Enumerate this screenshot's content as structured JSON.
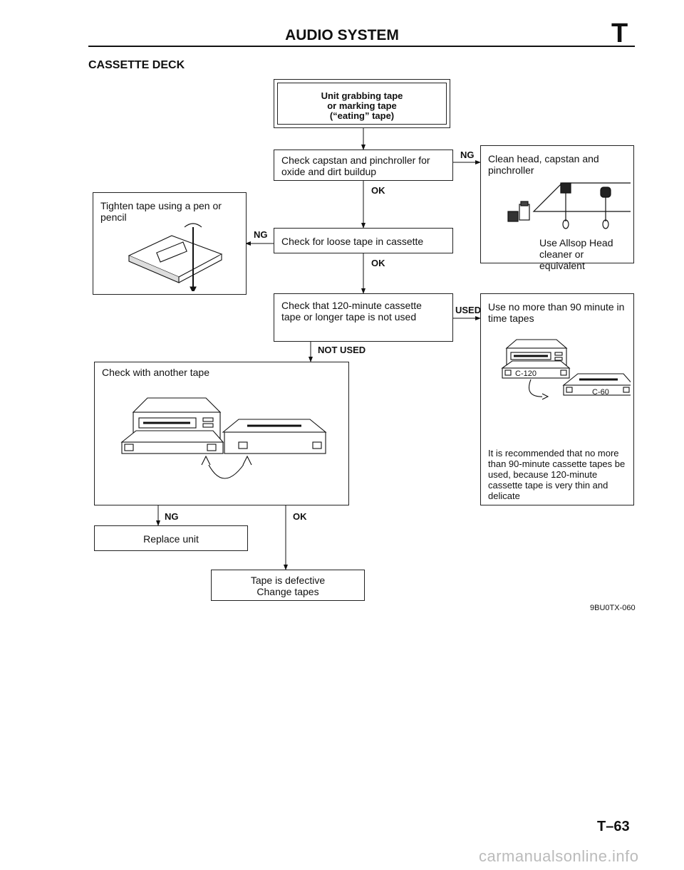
{
  "header": {
    "title": "AUDIO SYSTEM",
    "section_letter": "T",
    "subtitle": "CASSETTE DECK"
  },
  "flow": {
    "start": [
      "Unit grabbing tape",
      "or marking tape",
      "(“eating” tape)"
    ],
    "check_capstan": "Check capstan and pinchroller for oxide and dirt buildup",
    "clean_head": "Clean head, capstan and pinchroller",
    "clean_note": "Use Allsop Head cleaner or equivalent",
    "tighten": "Tighten tape using a pen or pencil",
    "check_loose": "Check for loose tape in cassette",
    "check_120": "Check that 120-minute cassette tape or longer tape is not used",
    "use_90": "Use no more than 90 minute in time tapes",
    "note_90": "It is recommended that no more than 90-minute cassette tapes be used, because 120-minute cassette tape is very thin and delicate",
    "tape_c120": "C-120",
    "tape_c60": "C-60",
    "check_another": "Check with another tape",
    "replace": "Replace unit",
    "defective": [
      "Tape is defective",
      "Change tapes"
    ]
  },
  "labels": {
    "ng": "NG",
    "ok": "OK",
    "used": "USED",
    "not_used": "NOT USED"
  },
  "footer": {
    "figure_code": "9BU0TX-060",
    "page_number": "T–63",
    "watermark": "carmanualsonline.info"
  }
}
